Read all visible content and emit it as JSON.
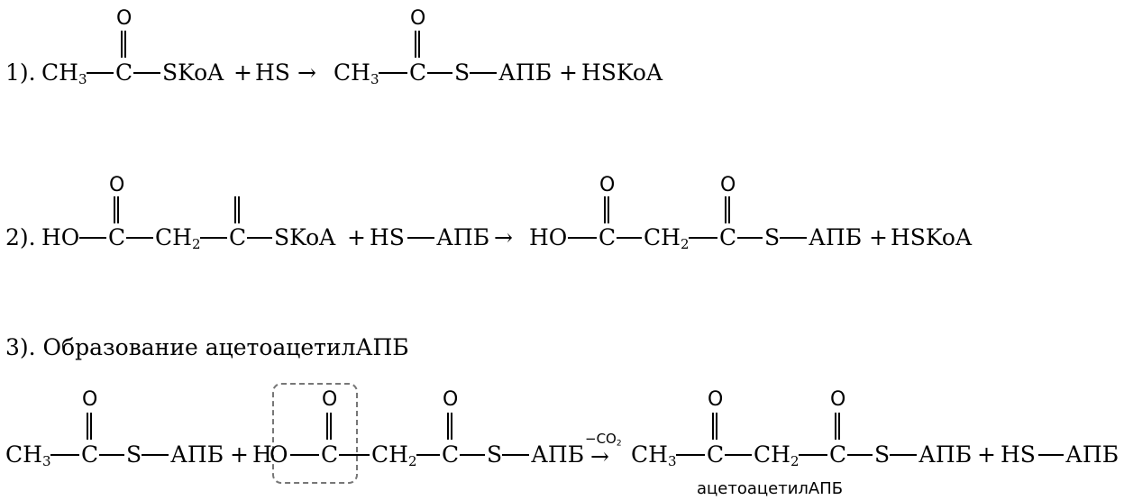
{
  "labels": {
    "r1_num": "1).",
    "r2_num": "2).",
    "r3_title": "3). Образование ацетоацетилАПБ",
    "product_name": "ацетоацетилАПБ"
  },
  "atoms": {
    "ch3": "CH",
    "ch2": "CH",
    "sub3": "3",
    "sub2": "2",
    "c": "C",
    "o": "O",
    "s": "S",
    "ho": "HO",
    "h": "H",
    "skoa": "SKoA",
    "hs": "HS",
    "hskoa": "HSKoA",
    "apb": "АПБ",
    "plus": "+",
    "arrow": "→"
  },
  "arrow_note": {
    "minus": "−",
    "co": "CO",
    "sub": "2"
  }
}
